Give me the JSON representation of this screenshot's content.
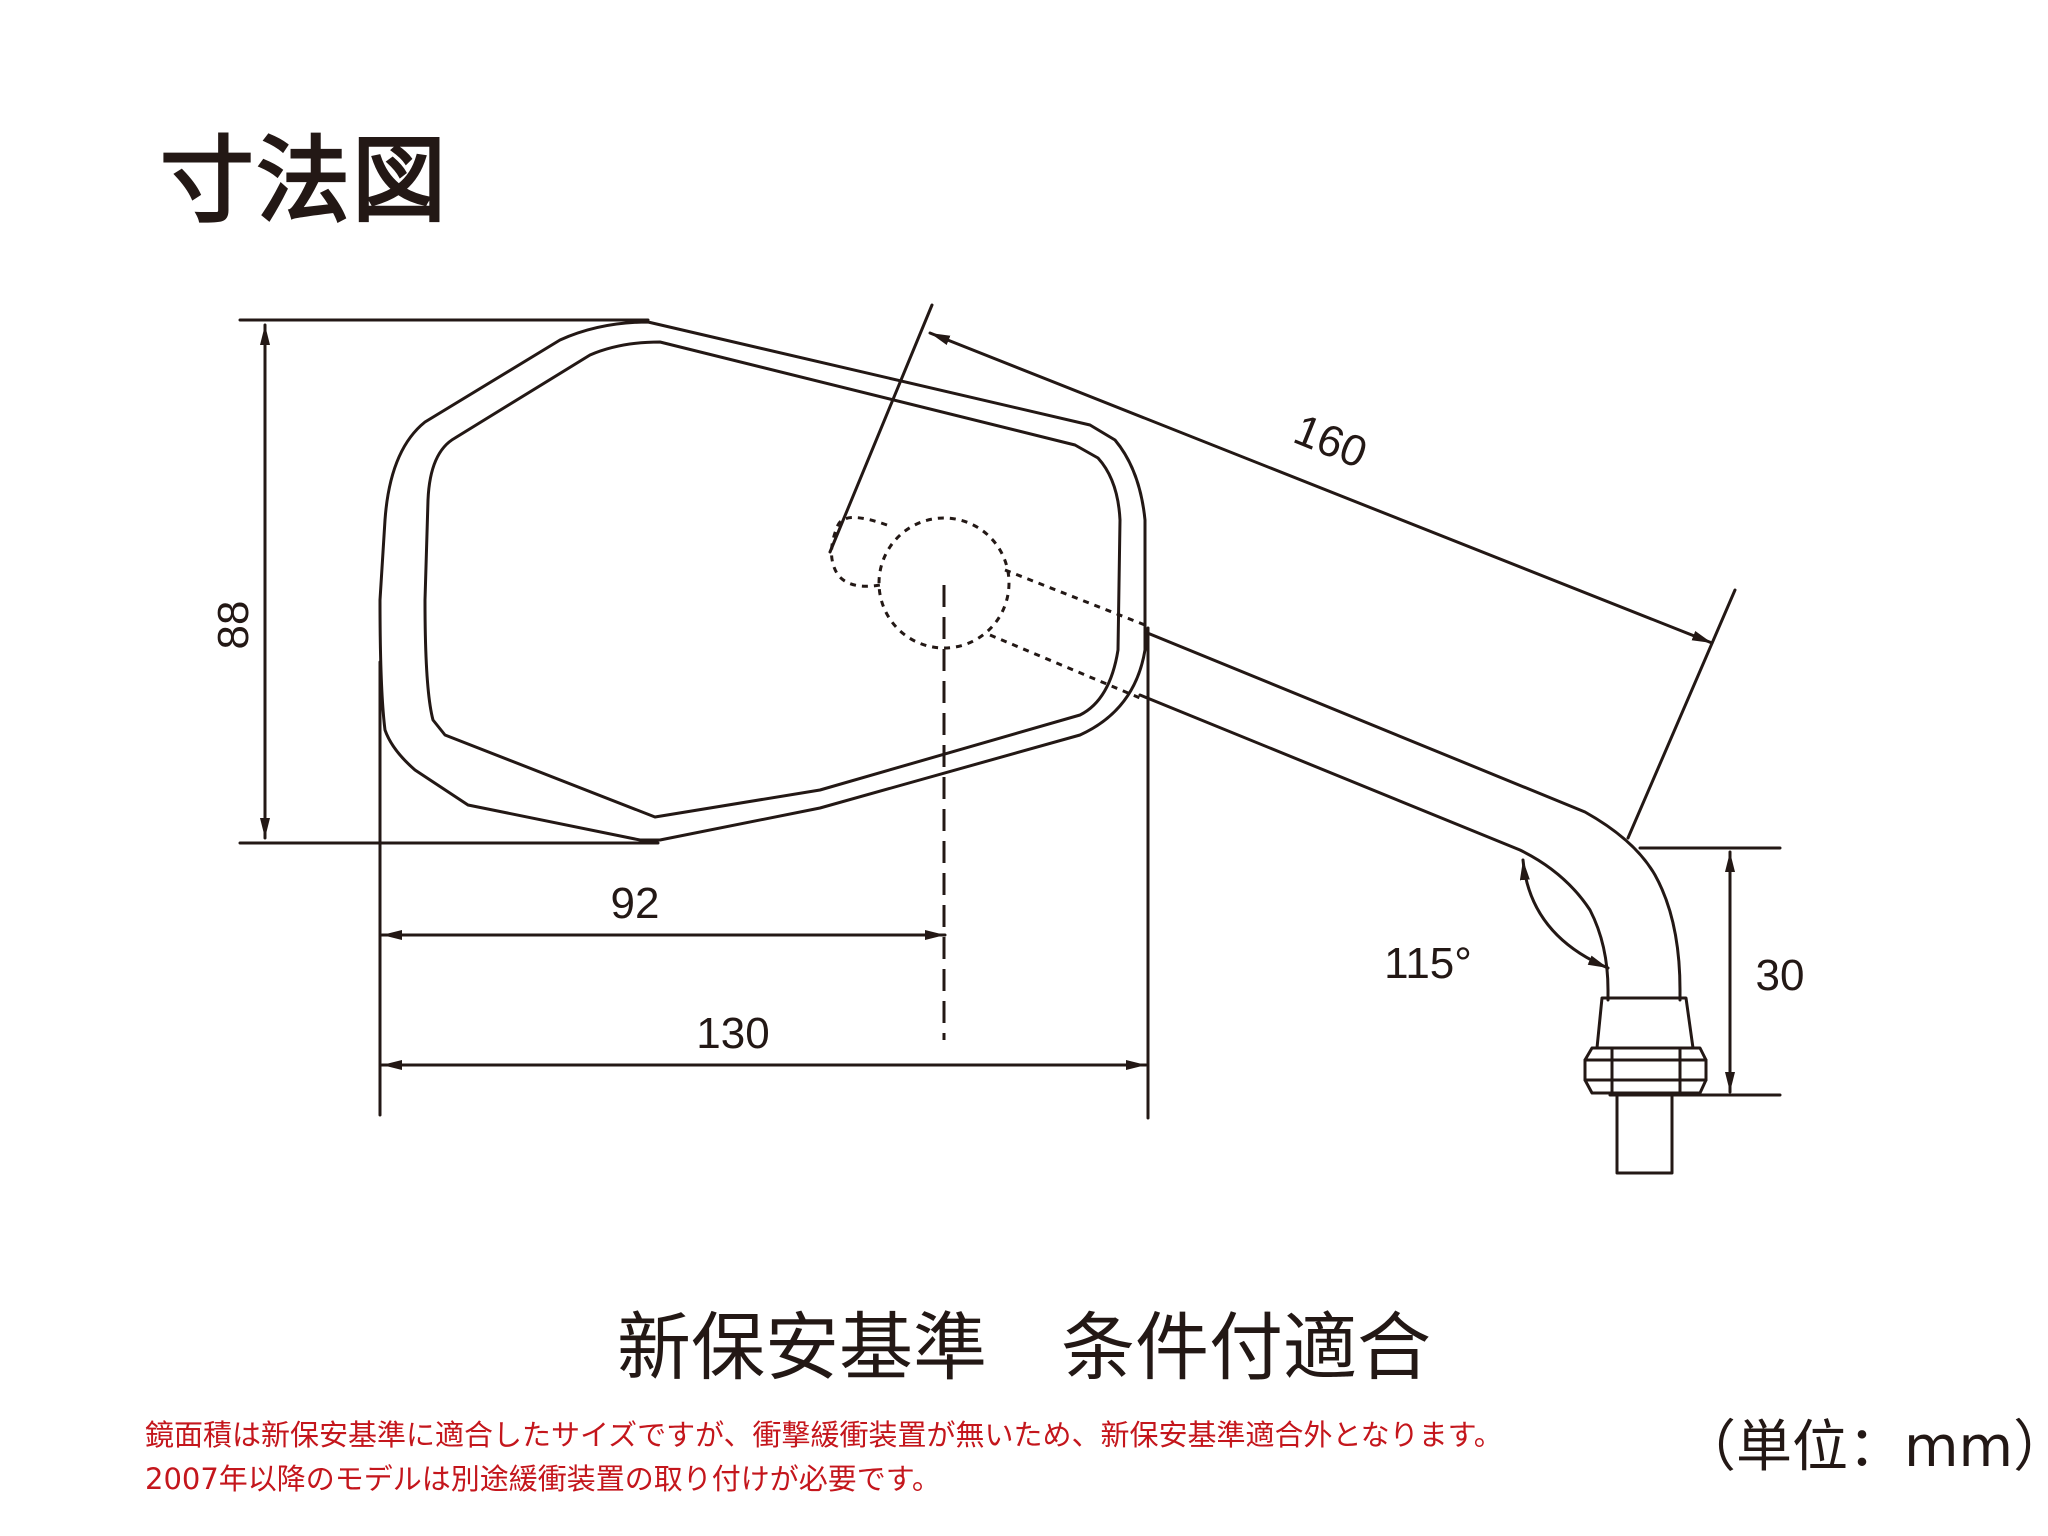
{
  "title": "寸法図",
  "dimensions": {
    "height": "88",
    "center_offset": "92",
    "width": "130",
    "arm_length": "160",
    "angle": "115°",
    "stem_height": "30"
  },
  "conformity": "新保安基準　条件付適合",
  "notes": {
    "line1": "鏡面積は新保安基準に適合したサイズですが、衝撃緩衝装置が無いため、新保安基準適合外となります。",
    "line2": "2007年以降のモデルは別途緩衝装置の取り付けが必要です。"
  },
  "unit": "（単位：mm）",
  "colors": {
    "line": "#231815",
    "note": "#c4161c"
  }
}
